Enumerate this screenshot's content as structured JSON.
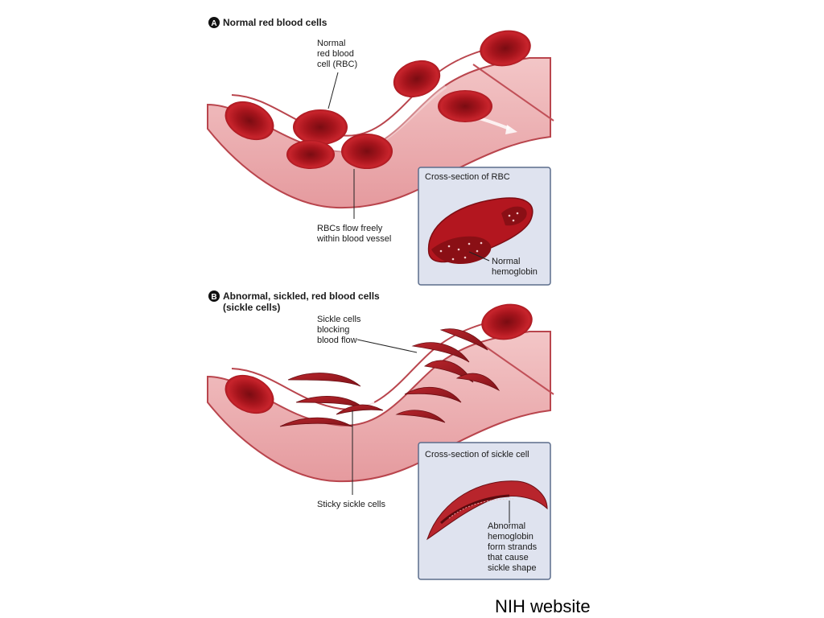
{
  "panel_a": {
    "letter": "A",
    "title": "Normal red blood cells",
    "label_rbc": [
      "Normal",
      "red blood",
      "cell (RBC)"
    ],
    "label_flow": [
      "RBCs flow freely",
      "within blood vessel"
    ],
    "inset": {
      "title": "Cross-section of RBC",
      "label": [
        "Normal",
        "hemoglobin"
      ]
    }
  },
  "panel_b": {
    "letter": "B",
    "title": [
      "Abnormal, sickled, red blood cells",
      "(sickle cells)"
    ],
    "label_blocking": [
      "Sickle cells",
      "blocking",
      "blood flow"
    ],
    "label_sticky": "Sticky sickle cells",
    "inset": {
      "title": "Cross-section of sickle cell",
      "label": [
        "Abnormal",
        "hemoglobin",
        "form strands",
        "that cause",
        "sickle shape"
      ]
    }
  },
  "caption": "NIH website",
  "colors": {
    "vessel_outer": "#e9a3a6",
    "vessel_inner": "#f6d3d3",
    "vessel_edge": "#b9454d",
    "cell": "#b3161f",
    "cell_dark": "#7d0d13",
    "inset_bg": "#dfe3ef",
    "inset_border": "#5c6d8c"
  }
}
